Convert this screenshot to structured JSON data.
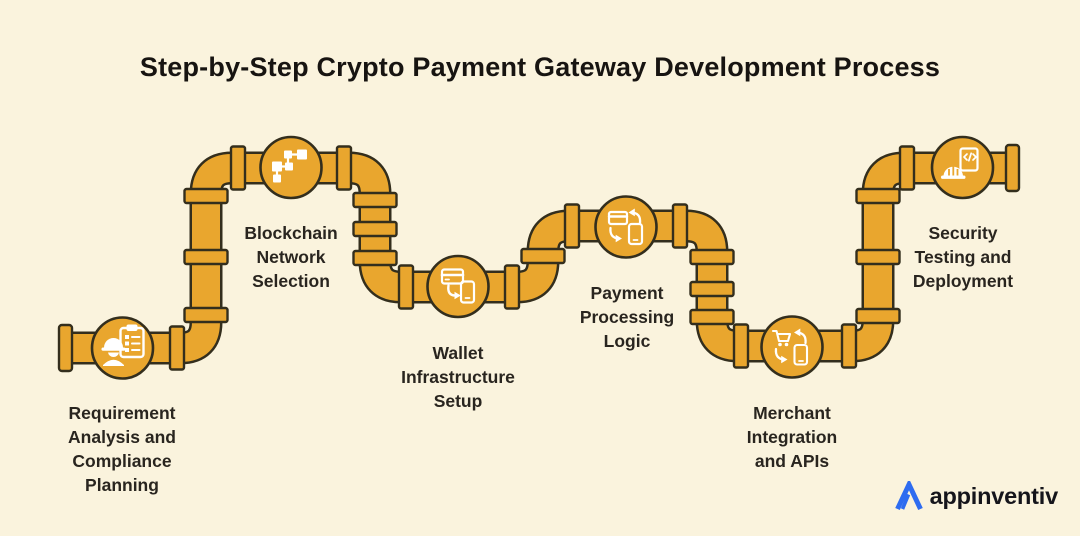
{
  "title": "Step-by-Step Crypto Payment Gateway Development Process",
  "steps": [
    {
      "label": "Requirement\nAnalysis and\nCompliance\nPlanning",
      "icon": "engineer-checklist-icon"
    },
    {
      "label": "Blockchain\nNetwork\nSelection",
      "icon": "blockchain-network-icon"
    },
    {
      "label": "Wallet\nInfrastructure\nSetup",
      "icon": "card-to-phone-icon"
    },
    {
      "label": "Payment\nProcessing\nLogic",
      "icon": "card-phone-exchange-icon"
    },
    {
      "label": "Merchant\nIntegration\nand APIs",
      "icon": "cart-phone-exchange-icon"
    },
    {
      "label": "Security\nTesting and\nDeployment",
      "icon": "hardhat-code-file-icon"
    }
  ],
  "brand": {
    "logo_text": "appinventiv"
  },
  "colors": {
    "background": "#FAF3DD",
    "pipe_gold": "#E9A62E",
    "outline": "#332E1D",
    "text": "#29251F",
    "icon_white": "#FFFFFF",
    "logo_blue": "#2E6CF0",
    "logo_text_color": "#15151B"
  }
}
